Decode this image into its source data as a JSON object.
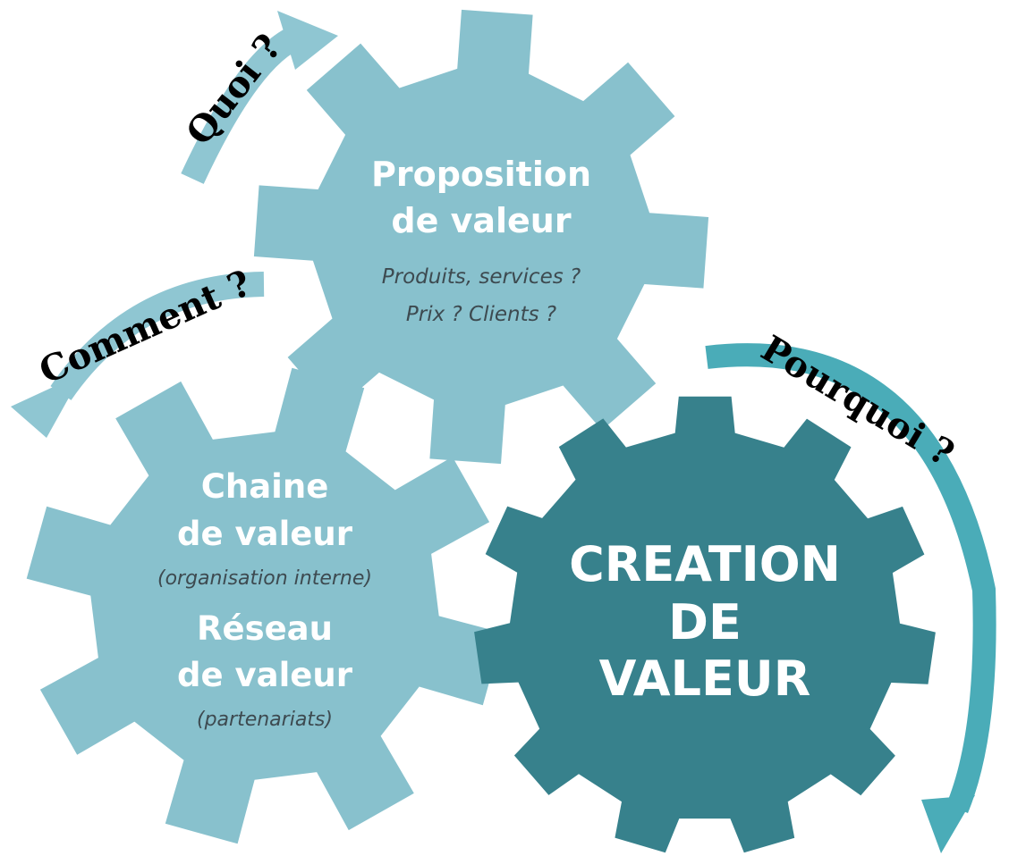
{
  "colors": {
    "gear_light": "#88c1cd",
    "gear_dark": "#37818c",
    "arrow_light": "#8fc6d2",
    "arrow_dark": "#4aacb8",
    "subtext": "#3d4a50"
  },
  "gears": {
    "proposition": {
      "title_line1": "Proposition",
      "title_line2": "de valeur",
      "sub_line1": "Produits, services ?",
      "sub_line2": "Prix ? Clients ?"
    },
    "chaine": {
      "title_line1": "Chaine",
      "title_line2": "de valeur",
      "sub1": "(organisation interne)",
      "title_line3": "Réseau",
      "title_line4": "de valeur",
      "sub2": "(partenariats)"
    },
    "creation": {
      "title_line1": "CREATION",
      "title_line2": "DE",
      "title_line3": "VALEUR"
    }
  },
  "arrows": {
    "quoi": "Quoi ?",
    "comment": "Comment ?",
    "pourquoi": "Pourquoi ?"
  }
}
